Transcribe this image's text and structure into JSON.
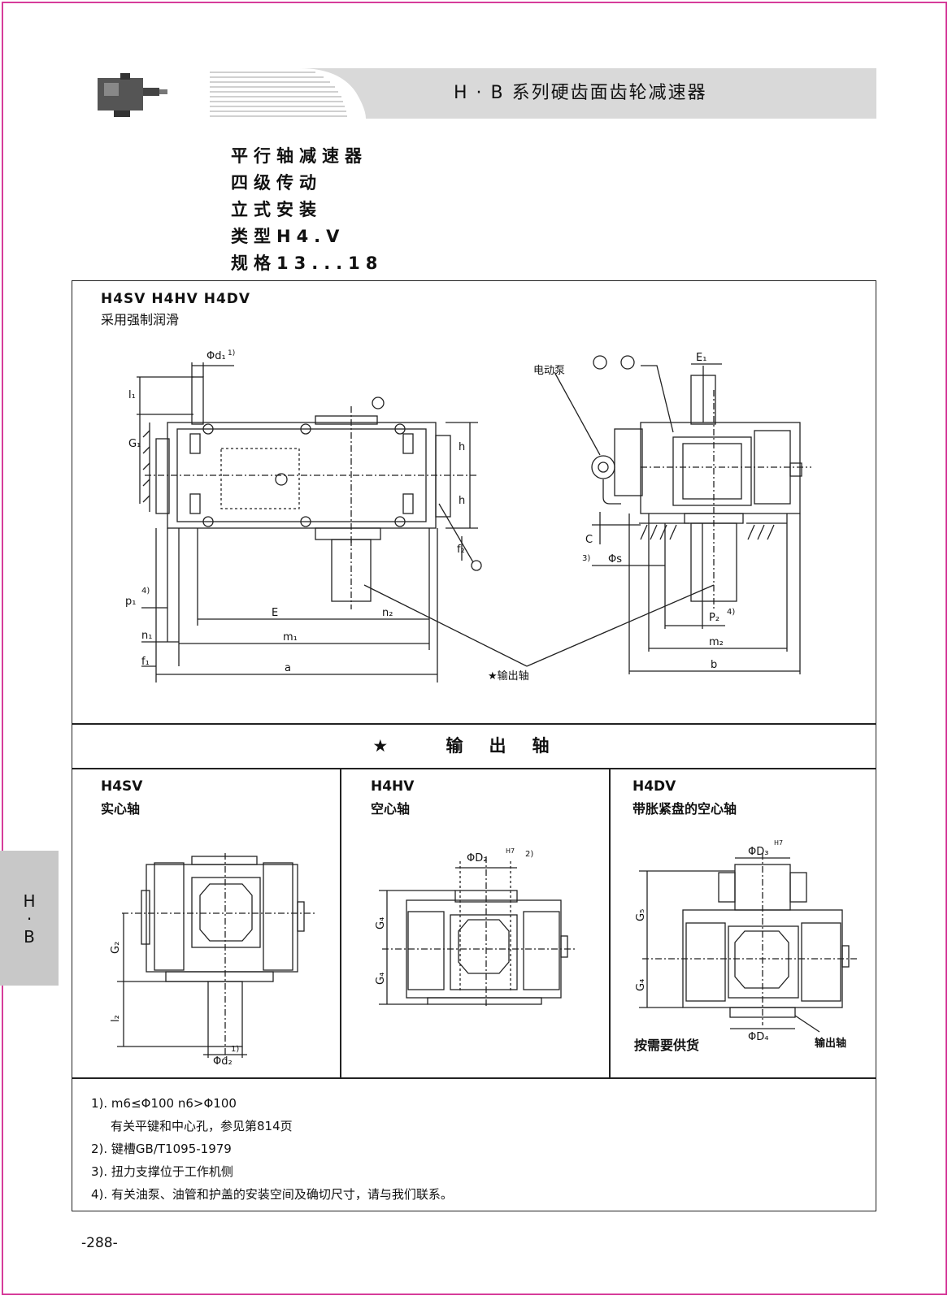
{
  "header": {
    "title": "H · B 系列硬齿面齿轮减速器"
  },
  "intro": {
    "lines": [
      "平行轴减速器",
      "四级传动",
      "立式安装",
      "类型H4.V",
      "规格13...18"
    ]
  },
  "main": {
    "models_title": "H4SV H4HV H4DV",
    "models_sub": "采用强制润滑",
    "labels": {
      "phi_d1": "Φd₁",
      "note_1": "1)",
      "l1": "l₁",
      "G1": "G₁",
      "h": "h",
      "f2": "f₂",
      "p1": "p₁",
      "note_4": "4)",
      "E": "E",
      "n2": "n₂",
      "n1": "n₁",
      "m1": "m₁",
      "f1": "f₁",
      "a": "a",
      "electric_pump": "电动泵",
      "E1": "E₁",
      "C": "C",
      "note_3": "3)",
      "phi_s": "Φs",
      "P2": "P₂",
      "m2": "m₂",
      "b": "b",
      "output_shaft_star": "★输出轴"
    }
  },
  "output_section": {
    "title": "★ 输出轴",
    "columns": [
      {
        "model": "H4SV",
        "desc": "实心轴",
        "labels": {
          "G2": "G₂",
          "l2": "l₂",
          "phi_d2": "Φd₂",
          "note": "1)"
        }
      },
      {
        "model": "H4HV",
        "desc": "空心轴",
        "labels": {
          "phi_D2": "ΦD₂",
          "H7": "H7",
          "note": "2)",
          "G4": "G₄"
        }
      },
      {
        "model": "H4DV",
        "desc": "带胀紧盘的空心轴",
        "labels": {
          "phi_D3": "ΦD₃",
          "H7": "H7",
          "G5": "G₅",
          "G4": "G₄",
          "phi_D4": "ΦD₄",
          "on_request": "按需要供货",
          "output_shaft": "输出轴"
        }
      }
    ]
  },
  "notes": [
    "1). m6≤Φ100  n6>Φ100",
    "有关平键和中心孔，参见第814页",
    "2). 键槽GB/T1095-1979",
    "3). 扭力支撑位于工作机侧",
    "4). 有关油泵、油管和护盖的安装空间及确切尺寸，请与我们联系。"
  ],
  "side_tab": {
    "line1": "H",
    "dot": "·",
    "line2": "B"
  },
  "page_number": "-288-",
  "colors": {
    "border": "#d63c9a",
    "band": "#d9d9d9",
    "tab": "#c8c8c8"
  }
}
